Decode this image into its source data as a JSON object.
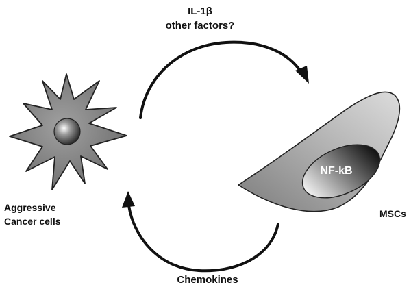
{
  "labels": {
    "signal_line1": "IL-1β",
    "signal_line2": "other factors?",
    "cancer_line1": "Aggressive",
    "cancer_line2": "Cancer cells",
    "msc": "MSCs",
    "nucleus": "NF-kB",
    "return_signal": "Chemokines"
  },
  "icons": {
    "cancer_cell": "star-shaped-cell-icon",
    "msc_cell": "spindle-cell-icon",
    "top_arrow": "curved-arrow-right-icon",
    "bottom_arrow": "curved-arrow-left-icon"
  },
  "colors": {
    "cancer_fill": "#8e8e8e",
    "msc_fill": "#a6a6a6",
    "nucleus_dark": "#1a1a1a",
    "arrow": "#111111"
  }
}
